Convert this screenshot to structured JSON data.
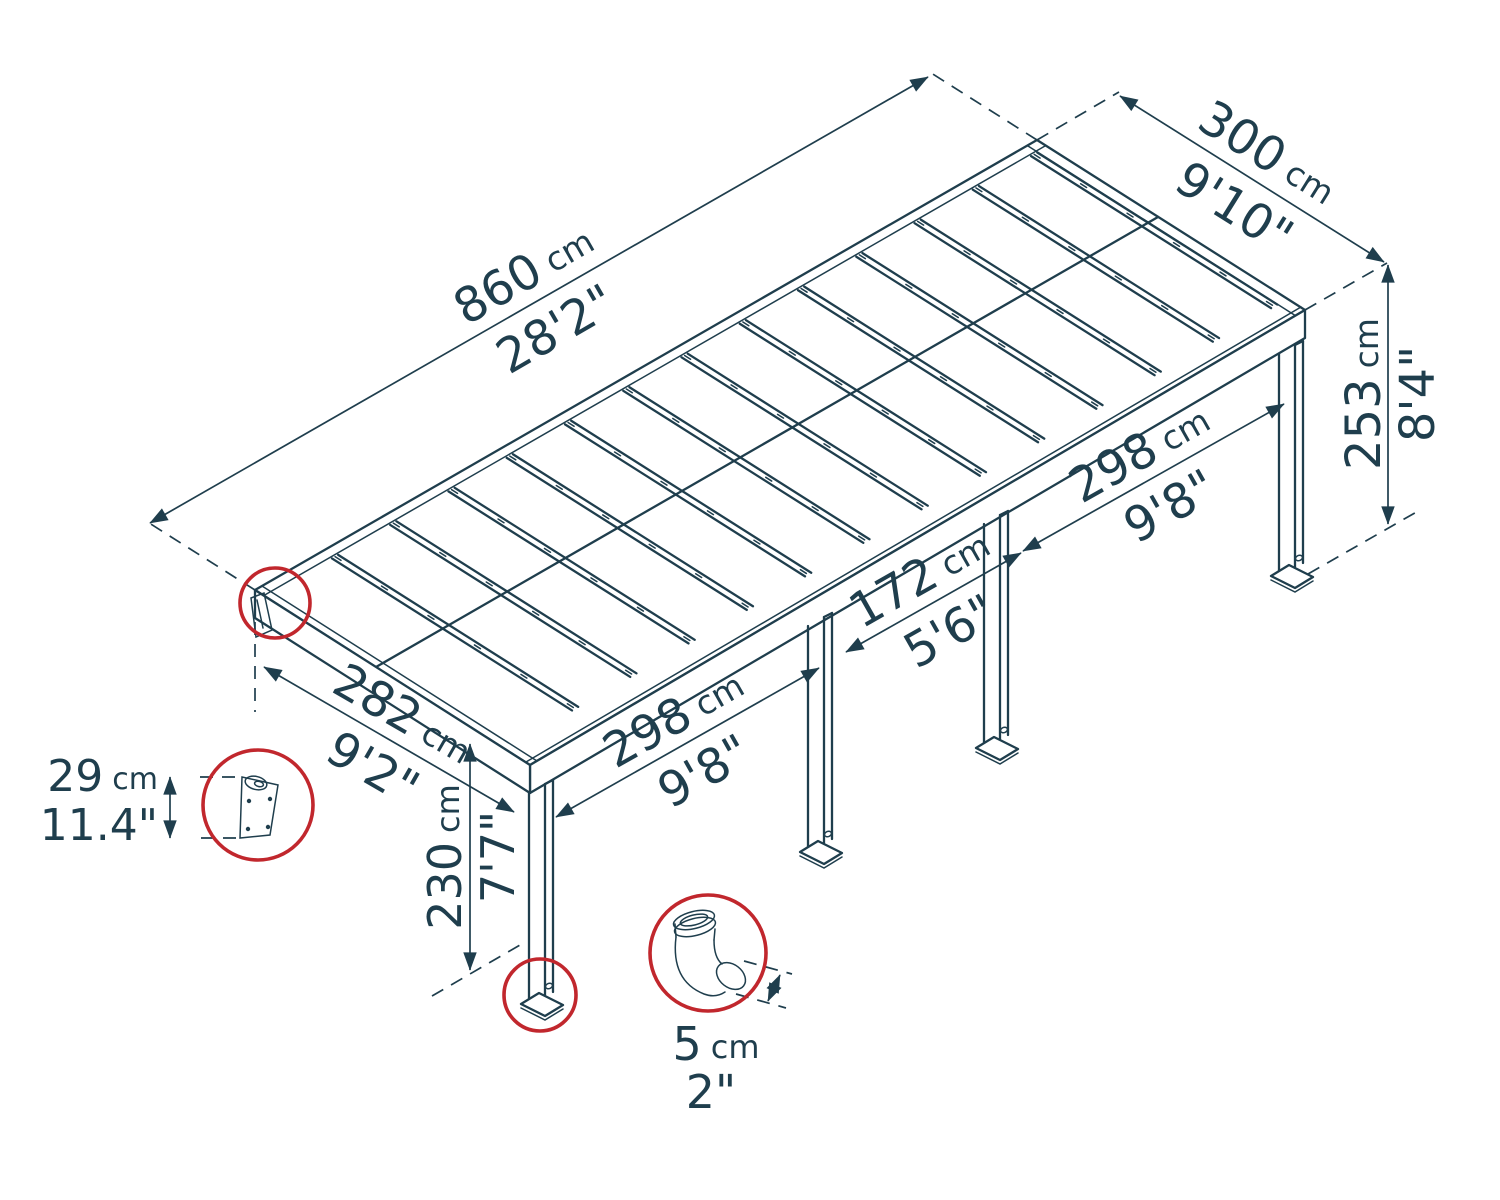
{
  "diagram": {
    "title": "patio-cover-dimension-diagram",
    "view": "isometric line drawing of slatted flat-roof carport on four posts with dimension callouts"
  },
  "colors": {
    "line": "#1f3e4d",
    "highlight_red": "#c1272d",
    "background": "#ffffff"
  },
  "structure": {
    "slat_count": 13,
    "post_count": 4
  },
  "dims": {
    "length": {
      "value": "860",
      "unit": "cm",
      "imperial": "28'2\""
    },
    "width": {
      "value": "300",
      "unit": "cm",
      "imperial": "9'10\""
    },
    "height": {
      "value": "253",
      "unit": "cm",
      "imperial": "8'4\""
    },
    "bay_right": {
      "value": "298",
      "unit": "cm",
      "imperial": "9'8\""
    },
    "bay_middle": {
      "value": "172",
      "unit": "cm",
      "imperial": "5'6\""
    },
    "bay_left": {
      "value": "298",
      "unit": "cm",
      "imperial": "9'8\""
    },
    "depth": {
      "value": "282",
      "unit": "cm",
      "imperial": "9'2\""
    },
    "post_height": {
      "value": "230",
      "unit": "cm",
      "imperial": "7'7\""
    },
    "bracket_height": {
      "value": "29",
      "unit": "cm",
      "imperial": "11.4\""
    },
    "pipe_diameter": {
      "value": "5",
      "unit": "cm",
      "imperial": "2\""
    }
  }
}
